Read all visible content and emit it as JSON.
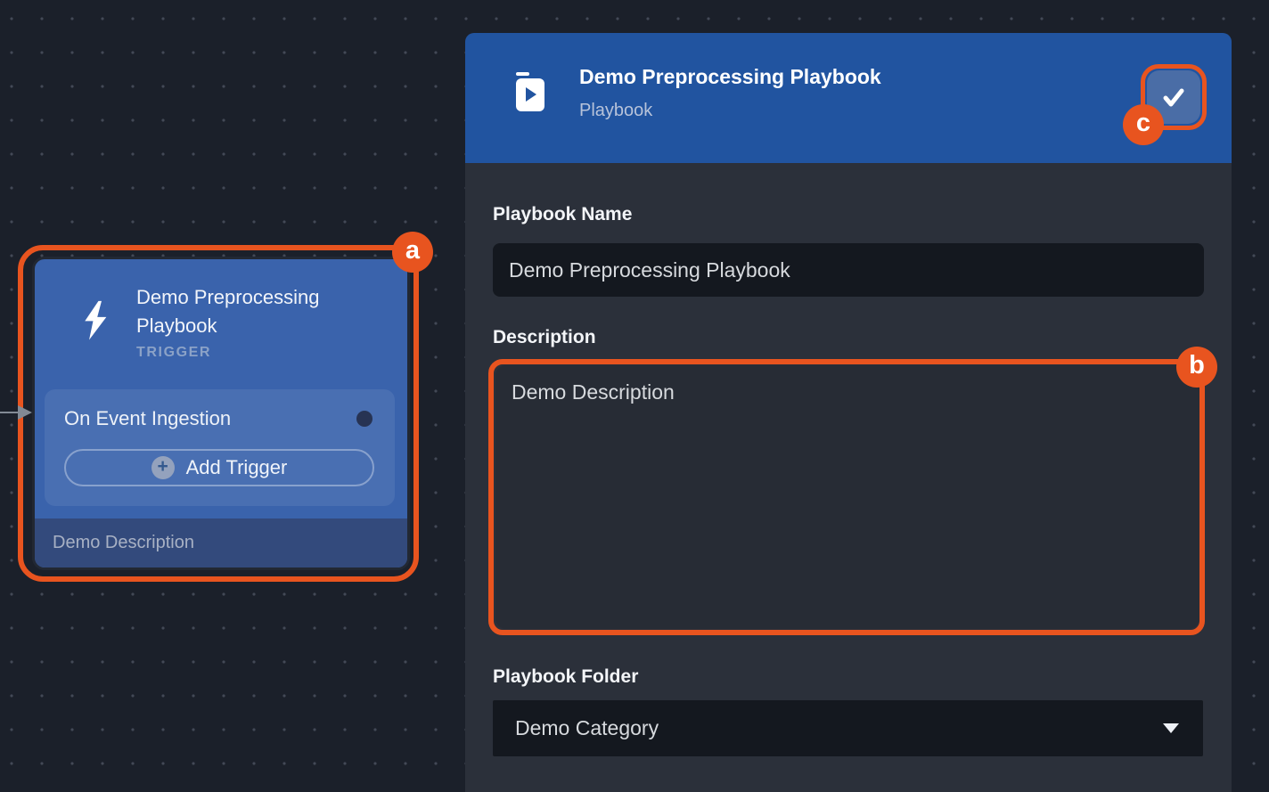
{
  "canvas": {
    "node": {
      "title": "Demo Preprocessing Playbook",
      "type_label": "TRIGGER",
      "trigger_row_label": "On Event Ingestion",
      "add_trigger_label": "Add Trigger",
      "plus_glyph": "+",
      "description": "Demo Description"
    }
  },
  "panel": {
    "header": {
      "title": "Demo Preprocessing Playbook",
      "subtitle": "Playbook"
    },
    "fields": {
      "name": {
        "label": "Playbook Name",
        "value": "Demo Preprocessing Playbook"
      },
      "description": {
        "label": "Description",
        "value": "Demo Description"
      },
      "folder": {
        "label": "Playbook Folder",
        "value": "Demo Category"
      }
    }
  },
  "annotations": {
    "a": "a",
    "b": "b",
    "c": "c"
  },
  "colors": {
    "highlight_orange": "#e8541f",
    "header_blue": "#2154a0",
    "node_blue": "#3a63ac",
    "canvas_bg": "#1b202a",
    "panel_bg": "#2b303a",
    "input_bg": "#14181f"
  }
}
